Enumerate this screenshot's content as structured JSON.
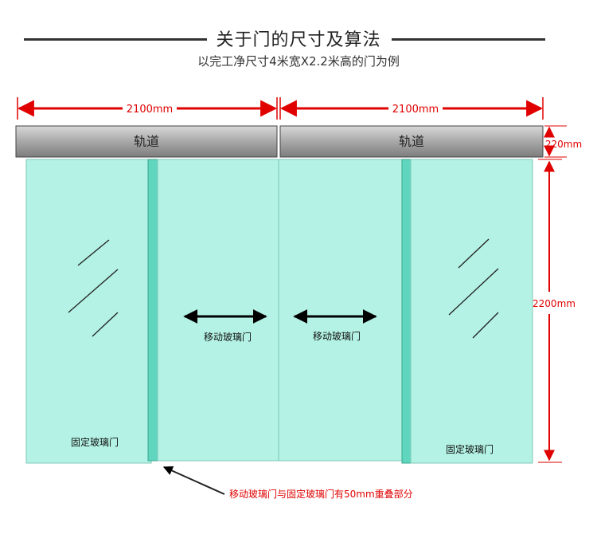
{
  "header": {
    "title": "关于门的尺寸及算法",
    "subtitle": "以完工净尺寸4米宽X2.2米高的门为例"
  },
  "dimensions": {
    "left_width": "2100mm",
    "right_width": "2100mm",
    "track_height": "220mm",
    "door_height": "2200mm"
  },
  "track": {
    "left_label": "轨道",
    "right_label": "轨道"
  },
  "panels": {
    "fixed_left": "固定玻璃门",
    "moving_left": "移动玻璃门",
    "moving_right": "移动玻璃门",
    "fixed_right": "固定玻璃门"
  },
  "note": "移动玻璃门与固定玻璃门有50mm重叠部分",
  "colors": {
    "glass": "#b3f2e4",
    "glass_border": "#7fc8b8",
    "track": "#9a9a9a",
    "dimension": "#e00000"
  }
}
